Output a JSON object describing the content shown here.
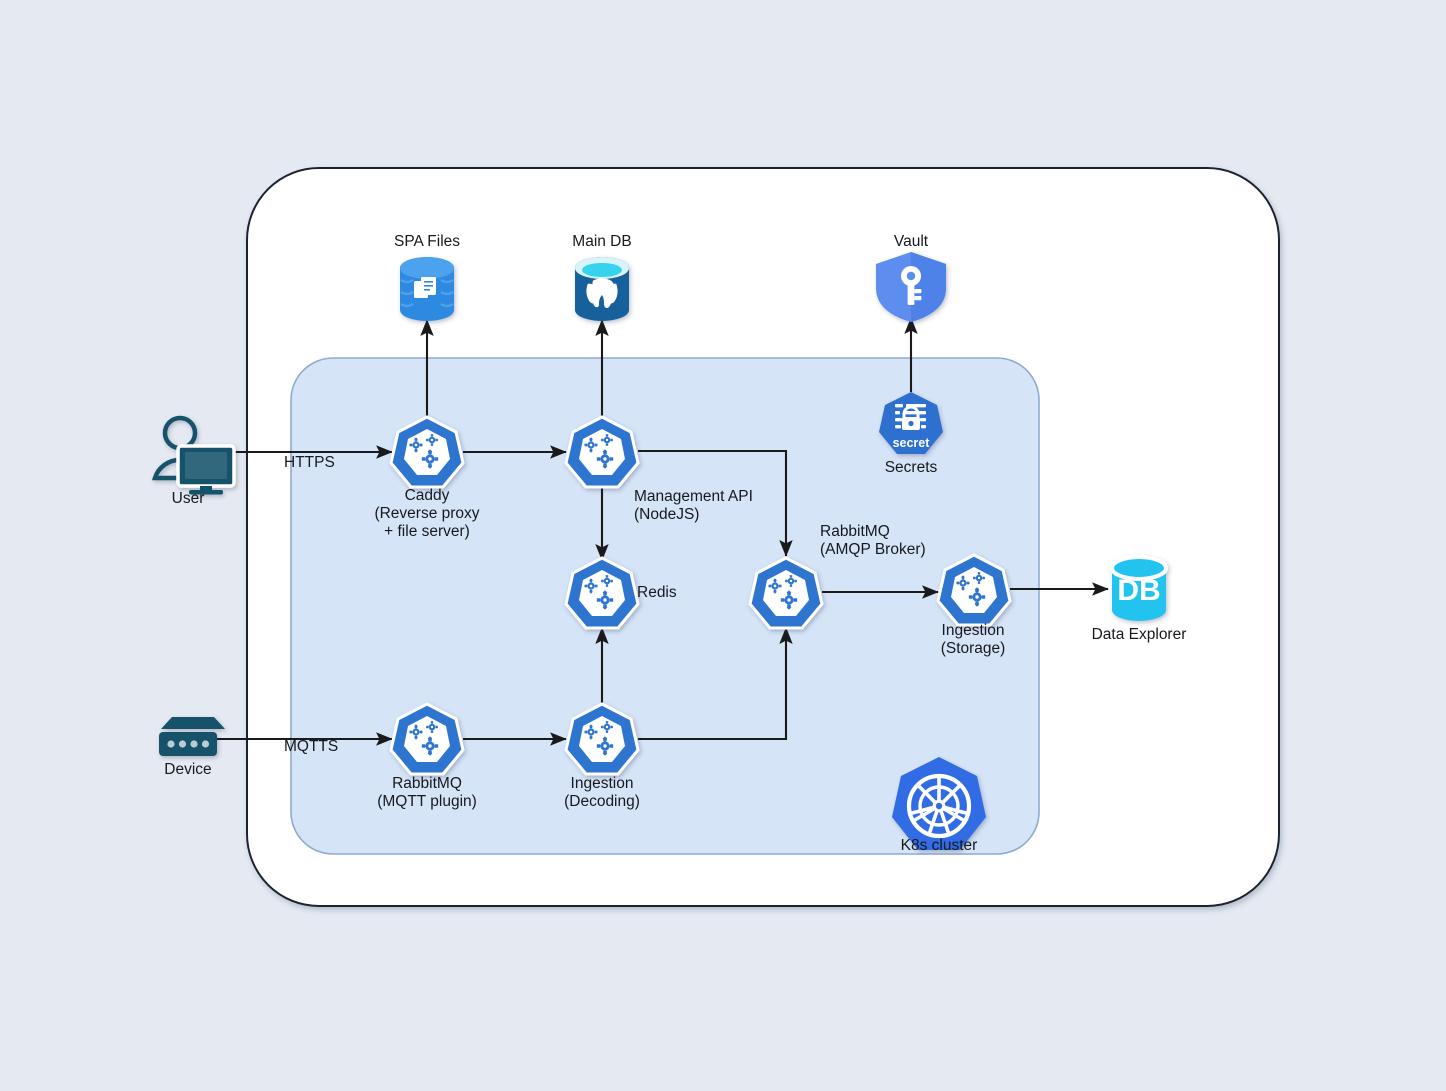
{
  "diagram": {
    "title": "IoT platform Kubernetes architecture",
    "background_color": "#e5eaf2",
    "outer_frame": {
      "name": "deployment-boundary",
      "fill": "#ffffff",
      "stroke": "#1f2430"
    },
    "inner_panel": {
      "name": "k8s-cluster-boundary",
      "fill": "#d6e4f8",
      "stroke": "#8faace"
    }
  },
  "colors": {
    "k8s_blue": "#326ce5",
    "pod_blue": "#2f74d0",
    "spa_cylinder": "#2f8ae0",
    "maindb_cylinder": "#19619c",
    "maindb_rim": "#36d3ee",
    "data_explorer": "#22c3ef",
    "vault_shield": "#5b8def",
    "secret_hex": "#2f6fd0",
    "actor_teal": "#14536b",
    "arrow": "#1a1a1a",
    "label_text": "#16191d"
  },
  "external_nodes": [
    {
      "id": "spa-files",
      "label": "SPA Files",
      "icon": "database-cylinder-documents-icon",
      "label_position": "above"
    },
    {
      "id": "main-db",
      "label": "Main DB",
      "icon": "postgresql-cylinder-icon",
      "label_position": "above"
    },
    {
      "id": "vault",
      "label": "Vault",
      "icon": "shield-key-icon",
      "label_position": "above"
    },
    {
      "id": "data-explorer",
      "label": "Data Explorer",
      "icon": "db-cylinder-icon",
      "label_position": "below"
    }
  ],
  "actors": [
    {
      "id": "user",
      "label": "User",
      "icon": "user-monitor-icon"
    },
    {
      "id": "device",
      "label": "Device",
      "icon": "device-gateway-icon"
    }
  ],
  "cluster_nodes": [
    {
      "id": "caddy",
      "label": "Caddy\n(Reverse proxy\n+ file server)",
      "icon": "k8s-pod-icon",
      "label_position": "below"
    },
    {
      "id": "management-api",
      "label": "Management API\n(NodeJS)",
      "icon": "k8s-pod-icon",
      "label_position": "below-right"
    },
    {
      "id": "redis",
      "label": "Redis",
      "icon": "k8s-pod-icon",
      "label_position": "right"
    },
    {
      "id": "rabbitmq-broker",
      "label": "RabbitMQ\n(AMQP Broker)",
      "icon": "k8s-pod-icon",
      "label_position": "above-right"
    },
    {
      "id": "ingestion-storage",
      "label": "Ingestion\n(Storage)",
      "icon": "k8s-pod-icon",
      "label_position": "below"
    },
    {
      "id": "rabbitmq-mqtt",
      "label": "RabbitMQ\n(MQTT plugin)",
      "icon": "k8s-pod-icon",
      "label_position": "below"
    },
    {
      "id": "ingestion-decoding",
      "label": "Ingestion\n(Decoding)",
      "icon": "k8s-pod-icon",
      "label_position": "below"
    },
    {
      "id": "secrets",
      "label": "Secrets",
      "icon": "k8s-secret-icon",
      "icon_text": "secret",
      "label_position": "below"
    },
    {
      "id": "k8s-cluster",
      "label": "K8s cluster",
      "icon": "kubernetes-helm-wheel-icon",
      "label_position": "below"
    }
  ],
  "edges": [
    {
      "id": "user-to-caddy",
      "from": "user",
      "to": "caddy",
      "label": "HTTPS"
    },
    {
      "id": "device-to-rabbitmq-mqtt",
      "from": "device",
      "to": "rabbitmq-mqtt",
      "label": "MQTTS"
    },
    {
      "id": "caddy-to-spa-files",
      "from": "caddy",
      "to": "spa-files",
      "label": ""
    },
    {
      "id": "caddy-to-management-api",
      "from": "caddy",
      "to": "management-api",
      "label": ""
    },
    {
      "id": "management-api-to-main-db",
      "from": "management-api",
      "to": "main-db",
      "label": ""
    },
    {
      "id": "management-api-to-redis",
      "from": "management-api",
      "to": "redis",
      "label": ""
    },
    {
      "id": "management-api-to-rabbitmq-broker",
      "from": "management-api",
      "to": "rabbitmq-broker",
      "label": ""
    },
    {
      "id": "secrets-to-vault",
      "from": "secrets",
      "to": "vault",
      "label": ""
    },
    {
      "id": "rabbitmq-broker-to-ingestion-storage",
      "from": "rabbitmq-broker",
      "to": "ingestion-storage",
      "label": ""
    },
    {
      "id": "ingestion-storage-to-data-explorer",
      "from": "ingestion-storage",
      "to": "data-explorer",
      "label": ""
    },
    {
      "id": "rabbitmq-mqtt-to-ingestion-decoding",
      "from": "rabbitmq-mqtt",
      "to": "ingestion-decoding",
      "label": ""
    },
    {
      "id": "ingestion-decoding-to-redis",
      "from": "ingestion-decoding",
      "to": "redis",
      "label": ""
    },
    {
      "id": "ingestion-decoding-to-rabbitmq-broker",
      "from": "ingestion-decoding",
      "to": "rabbitmq-broker",
      "label": ""
    }
  ],
  "labels": {
    "spa_files": "SPA Files",
    "main_db": "Main DB",
    "vault": "Vault",
    "secrets": "Secrets",
    "secret_glyph": "secret",
    "user": "User",
    "device": "Device",
    "https": "HTTPS",
    "mqtts": "MQTTS",
    "caddy_1": "Caddy",
    "caddy_2": "(Reverse proxy",
    "caddy_3": "+ file server)",
    "mgmt_1": "Management API",
    "mgmt_2": "(NodeJS)",
    "redis": "Redis",
    "broker_1": "RabbitMQ",
    "broker_2": "(AMQP Broker)",
    "ing_storage_1": "Ingestion",
    "ing_storage_2": "(Storage)",
    "data_explorer": "Data Explorer",
    "db_glyph": "DB",
    "mqtt_1": "RabbitMQ",
    "mqtt_2": "(MQTT plugin)",
    "ing_decode_1": "Ingestion",
    "ing_decode_2": "(Decoding)",
    "k8s_cluster": "K8s cluster"
  }
}
